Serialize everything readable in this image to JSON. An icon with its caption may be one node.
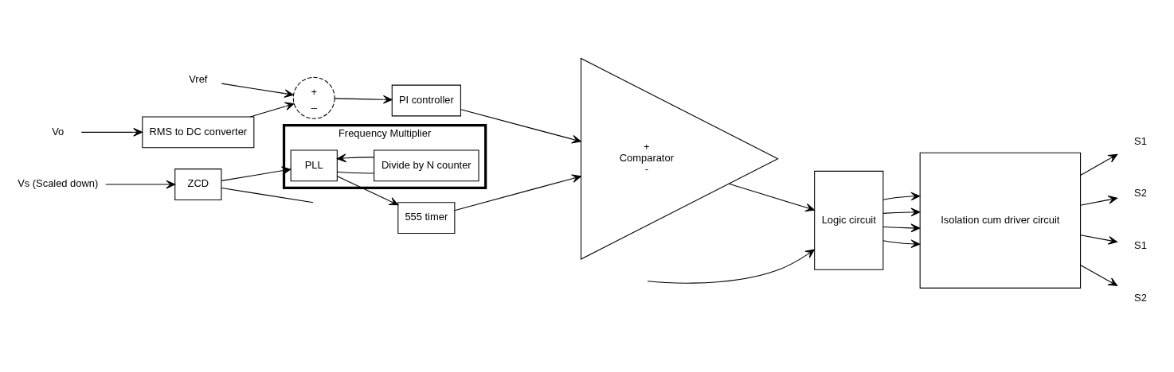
{
  "diagram": {
    "nodes": [
      {
        "text": [
          "Vref"
        ]
      },
      {
        "text": [
          "+",
          "_"
        ]
      },
      {
        "text": [
          "RMS to DC converter"
        ]
      },
      {
        "text": [
          "Vo"
        ]
      },
      {
        "text": [
          "PI controller"
        ]
      },
      {
        "text": [
          "Frequency Multiplier"
        ]
      },
      {
        "text": [
          "PLL"
        ],
        "in": 5
      },
      {
        "text": [
          "Divide by N counter"
        ],
        "in": 5
      },
      {
        "text": [
          "Vs (Scaled down)"
        ]
      },
      {
        "text": [
          "ZCD"
        ]
      },
      {
        "text": [
          "555 timer"
        ]
      },
      {
        "text": [
          "+",
          "Comparator",
          "-"
        ]
      },
      {
        "text": [
          "Logic circuit"
        ]
      },
      {
        "text": [
          "Isolation cum driver circuit"
        ]
      },
      {
        "text": [
          "S1"
        ]
      },
      {
        "text": [
          "S2"
        ]
      },
      {
        "text": [
          "S1"
        ]
      },
      {
        "text": [
          "S2"
        ]
      }
    ],
    "edges": [
      {
        "from": 0,
        "to": 1,
        "arrow": "to"
      },
      {
        "from": 2,
        "to": 1,
        "arrow": "to"
      },
      {
        "from": 3,
        "to": 2,
        "arrow": "to"
      },
      {
        "from": 1,
        "to": 4,
        "arrow": "to"
      },
      {
        "from": 4,
        "to": 11,
        "arrow": "to"
      },
      {
        "from": 8,
        "to": 9,
        "arrow": "to"
      },
      {
        "from": 9,
        "to": 6,
        "arrow": "to"
      },
      {
        "from": 9,
        "to": null,
        "arrow": "none"
      },
      {
        "from": 6,
        "to": 10,
        "arrow": "to"
      },
      {
        "from": 6,
        "to": 7,
        "arrow": "none"
      },
      {
        "from": 7,
        "to": 6,
        "arrow": "to"
      },
      {
        "from": 10,
        "to": 11,
        "arrow": "to"
      },
      {
        "from": 11,
        "to": 12,
        "arrow": "to"
      },
      {
        "from": null,
        "to": 12,
        "arrow": "to"
      },
      {
        "from": 12,
        "to": 13,
        "arrow": "to"
      },
      {
        "from": 12,
        "to": 13,
        "arrow": "to"
      },
      {
        "from": 12,
        "to": 13,
        "arrow": "to"
      },
      {
        "from": 12,
        "to": 13,
        "arrow": "to"
      },
      {
        "from": 13,
        "to": 14,
        "arrow": "to"
      },
      {
        "from": 13,
        "to": 15,
        "arrow": "to"
      },
      {
        "from": 13,
        "to": 16,
        "arrow": "to"
      },
      {
        "from": 13,
        "to": 17,
        "arrow": "to"
      }
    ]
  }
}
